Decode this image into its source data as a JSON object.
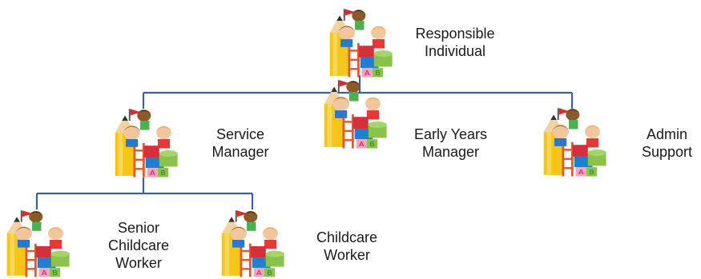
{
  "chart": {
    "line_color": "#3a5ea8",
    "nodes": [
      {
        "id": "responsible-individual",
        "label": "Responsible\nIndividual",
        "icon": "kids-blocks-icon"
      },
      {
        "id": "service-manager",
        "label": "Service\nManager",
        "icon": "kids-blocks-icon"
      },
      {
        "id": "early-years-manager",
        "label": "Early Years\nManager",
        "icon": "kids-blocks-icon"
      },
      {
        "id": "admin-support",
        "label": "Admin\nSupport",
        "icon": "kids-blocks-icon"
      },
      {
        "id": "senior-childcare-worker",
        "label": "Senior\nChildcare\nWorker",
        "icon": "kids-blocks-icon"
      },
      {
        "id": "childcare-worker",
        "label": "Childcare\nWorker",
        "icon": "kids-blocks-icon"
      }
    ],
    "edges": [
      {
        "from": "responsible-individual",
        "to": "service-manager"
      },
      {
        "from": "responsible-individual",
        "to": "early-years-manager"
      },
      {
        "from": "responsible-individual",
        "to": "admin-support"
      },
      {
        "from": "service-manager",
        "to": "senior-childcare-worker"
      },
      {
        "from": "service-manager",
        "to": "childcare-worker"
      }
    ]
  }
}
